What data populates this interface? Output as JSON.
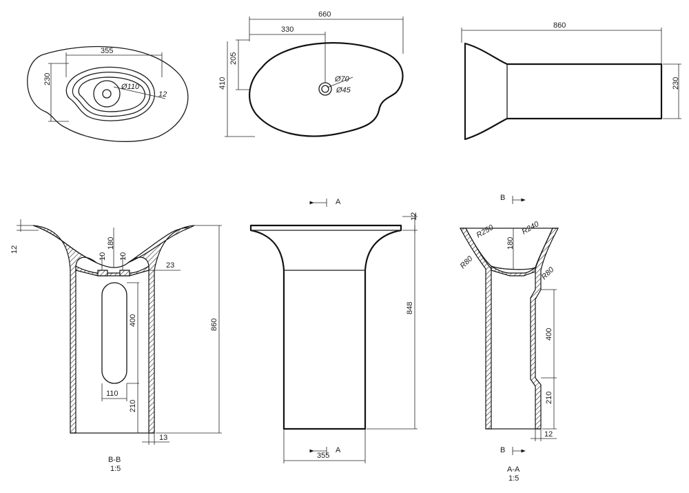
{
  "top_left_view": {
    "w_355": "355",
    "h_230": "230",
    "drain_110": "Ø110",
    "rim_12": "12"
  },
  "top_mid_view": {
    "w_660": "660",
    "w_330": "330",
    "h_410": "410",
    "h_205": "205",
    "drain_70": "Ø70",
    "drain_45": "Ø45"
  },
  "top_right_view": {
    "len_860": "860",
    "h_230": "230"
  },
  "section_bb": {
    "t_12": "12",
    "d_180": "180",
    "w_10a": "10",
    "w_10b": "10",
    "w_23": "23",
    "slot_400": "400",
    "slot_110": "110",
    "h_210": "210",
    "h_860": "860",
    "w_13": "13",
    "caption": "B-B",
    "scale": "1:5"
  },
  "front_view": {
    "t_12": "12",
    "h_848": "848",
    "w_355": "355",
    "mark_a_top": "A",
    "mark_a_bottom": "A"
  },
  "section_aa": {
    "r_250": "R250",
    "r_240": "R240",
    "d_180": "180",
    "r_80a": "R80",
    "r_80b": "R80",
    "d_400": "400",
    "d_210": "210",
    "t_12": "12",
    "mark_b_top": "B",
    "mark_b_bottom": "B",
    "caption": "A-A",
    "scale": "1:5"
  }
}
